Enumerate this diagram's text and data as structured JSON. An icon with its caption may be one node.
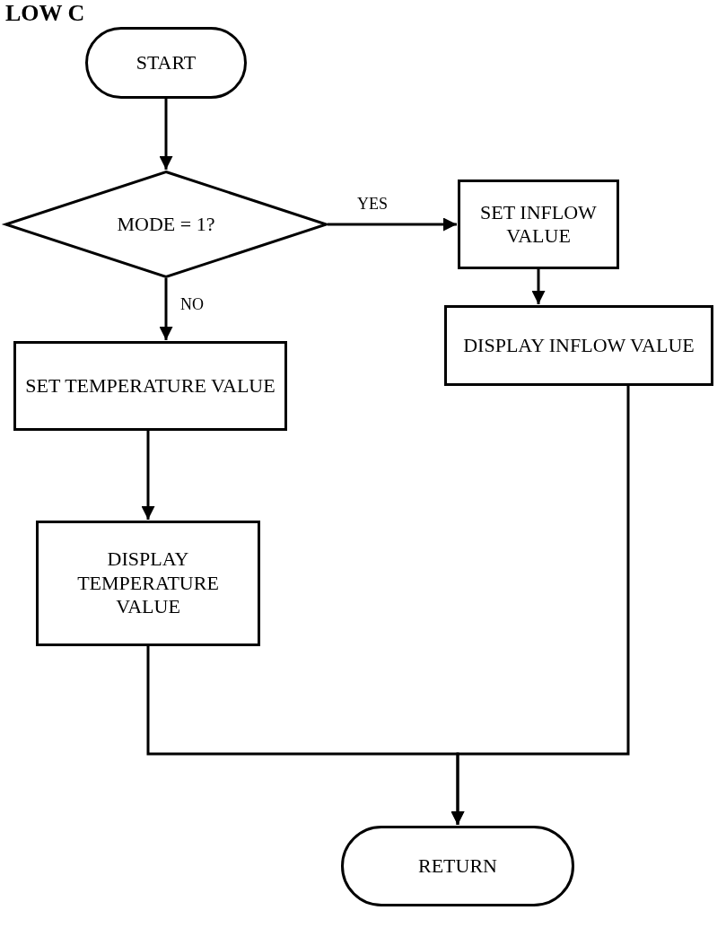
{
  "diagram": {
    "nodes": [
      {
        "text": [
          "START"
        ]
      },
      {
        "text": [
          "MODE = 1?"
        ]
      },
      {
        "text": [
          "SET INFLOW VALUE"
        ]
      },
      {
        "text": [
          "DISPLAY INFLOW VALUE"
        ]
      },
      {
        "text": [
          "SET TEMPERATURE VALUE"
        ]
      },
      {
        "text": [
          "DISPLAY TEMPERATURE VALUE"
        ]
      },
      {
        "text": [
          "RETURN"
        ]
      }
    ],
    "edges": [
      {
        "from": 0,
        "to": 1,
        "arrow": "to"
      },
      {
        "from": 1,
        "to": 2,
        "arrow": "to",
        "label": "YES"
      },
      {
        "from": 2,
        "to": 3,
        "arrow": "to"
      },
      {
        "from": 1,
        "to": 4,
        "arrow": "to",
        "label": "NO"
      },
      {
        "from": 4,
        "to": 5,
        "arrow": "to"
      },
      {
        "from": 5,
        "to": 6,
        "arrow": "to"
      },
      {
        "from": 3,
        "to": 6,
        "arrow": "to"
      }
    ],
    "labels": [
      "LOW C"
    ]
  }
}
